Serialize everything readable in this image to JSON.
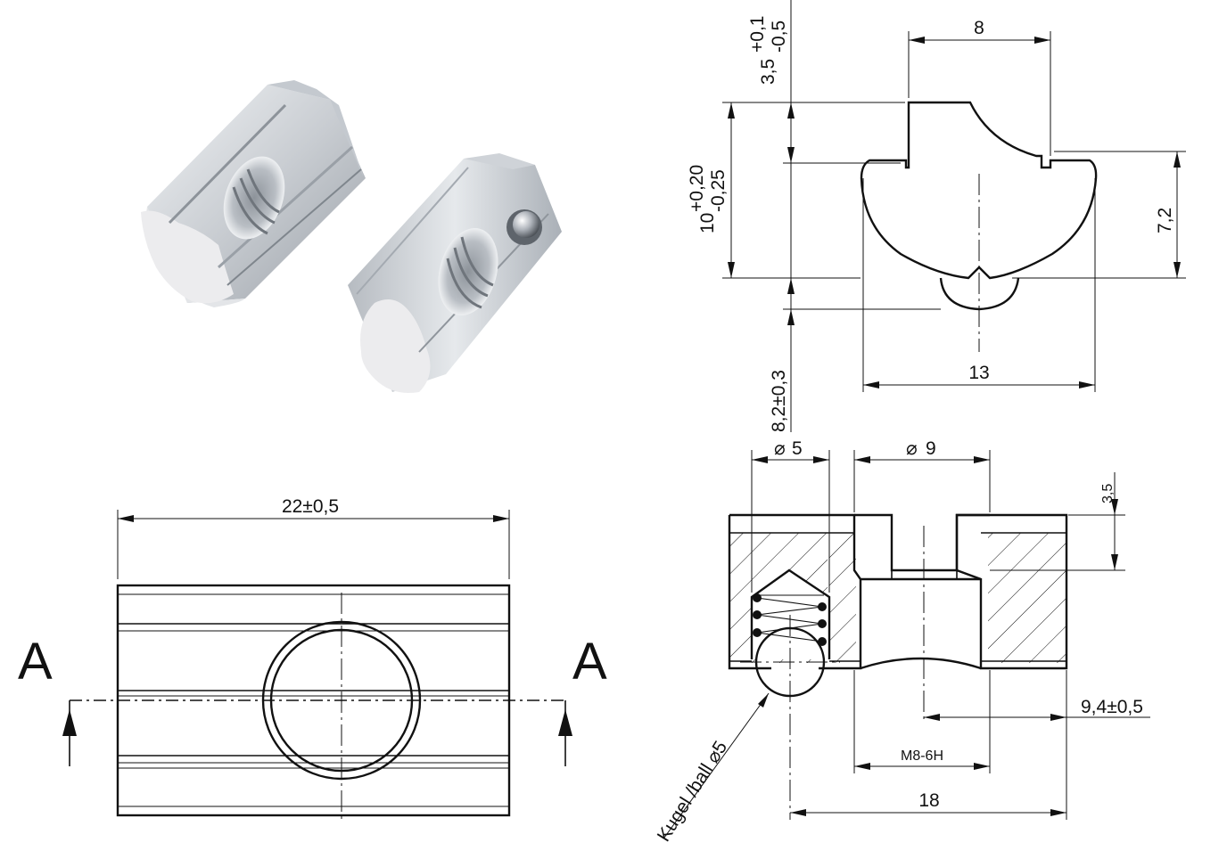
{
  "top_view": {
    "length_dim": "22±0,5",
    "section_marker_left": "A",
    "section_marker_right": "A"
  },
  "profile_view": {
    "width_top_dim": "8",
    "height_top_dim": "3,5",
    "height_top_tol_upper": "+0,1",
    "height_top_tol_lower": "-0,5",
    "height_total_dim": "10",
    "height_total_tol_upper": "+0,20",
    "height_total_tol_lower": "-0,25",
    "height_right_dim": "7,2",
    "width_bottom_dim": "13",
    "ball_height_dim": "8,2±0,3"
  },
  "section_view": {
    "ball_hole_dim": "5",
    "counterbore_dim": "9",
    "depth_dim": "3,5",
    "offset_dim": "9,4±0,5",
    "thread_dim": "M8-6H",
    "length_dim": "18",
    "ball_label": "Kugel /ball",
    "ball_dia": "5"
  },
  "icons": {
    "diameter_symbol": "diameter-icon",
    "photo": "slot-nut-photo-icon"
  },
  "colors": {
    "line": "#111111",
    "metal_light": "#dfe2e6",
    "metal_dark": "#8a9098"
  }
}
